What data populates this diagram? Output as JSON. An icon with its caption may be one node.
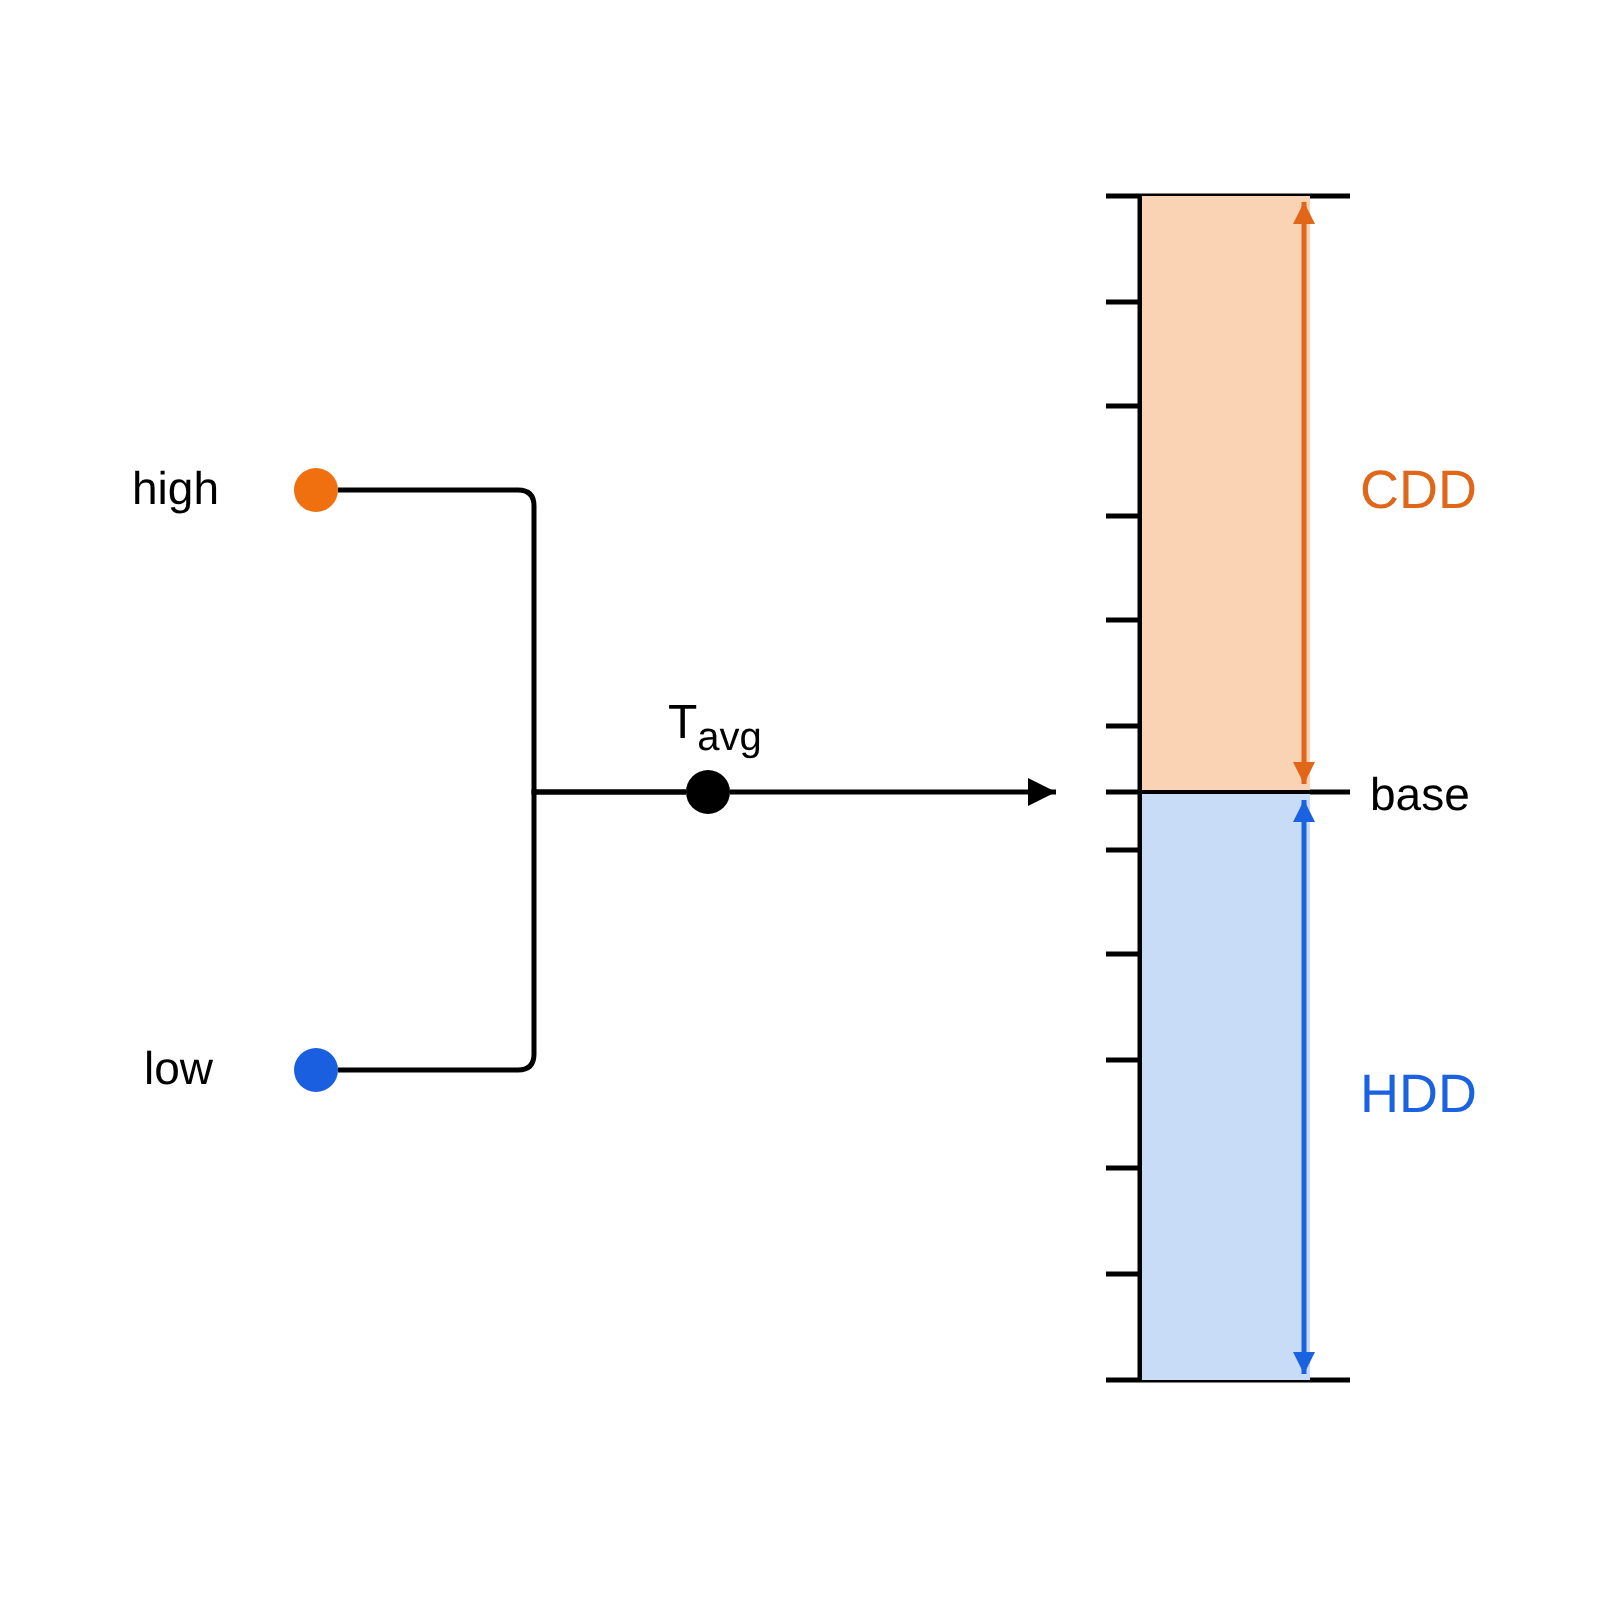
{
  "diagram": {
    "nodes": [
      {
        "text": [],
        "shape": "circle",
        "beside": [
          "high"
        ]
      },
      {
        "text": [],
        "shape": "circle",
        "beside": [
          "low"
        ]
      },
      {
        "text": [],
        "shape": "circle",
        "beside": [
          "T$_{avg}$"
        ]
      },
      {
        "text": [],
        "shape": "box",
        "beside": [
          "CDD"
        ]
      },
      {
        "text": [],
        "shape": "box",
        "beside": [
          "HDD"
        ]
      }
    ],
    "edges": [
      {
        "from": 0,
        "to": 2,
        "arrow": "none"
      },
      {
        "from": 1,
        "to": 2,
        "arrow": "none"
      },
      {
        "from": 2,
        "to": null,
        "arrow": "to"
      }
    ],
    "labels": [
      "base"
    ]
  }
}
